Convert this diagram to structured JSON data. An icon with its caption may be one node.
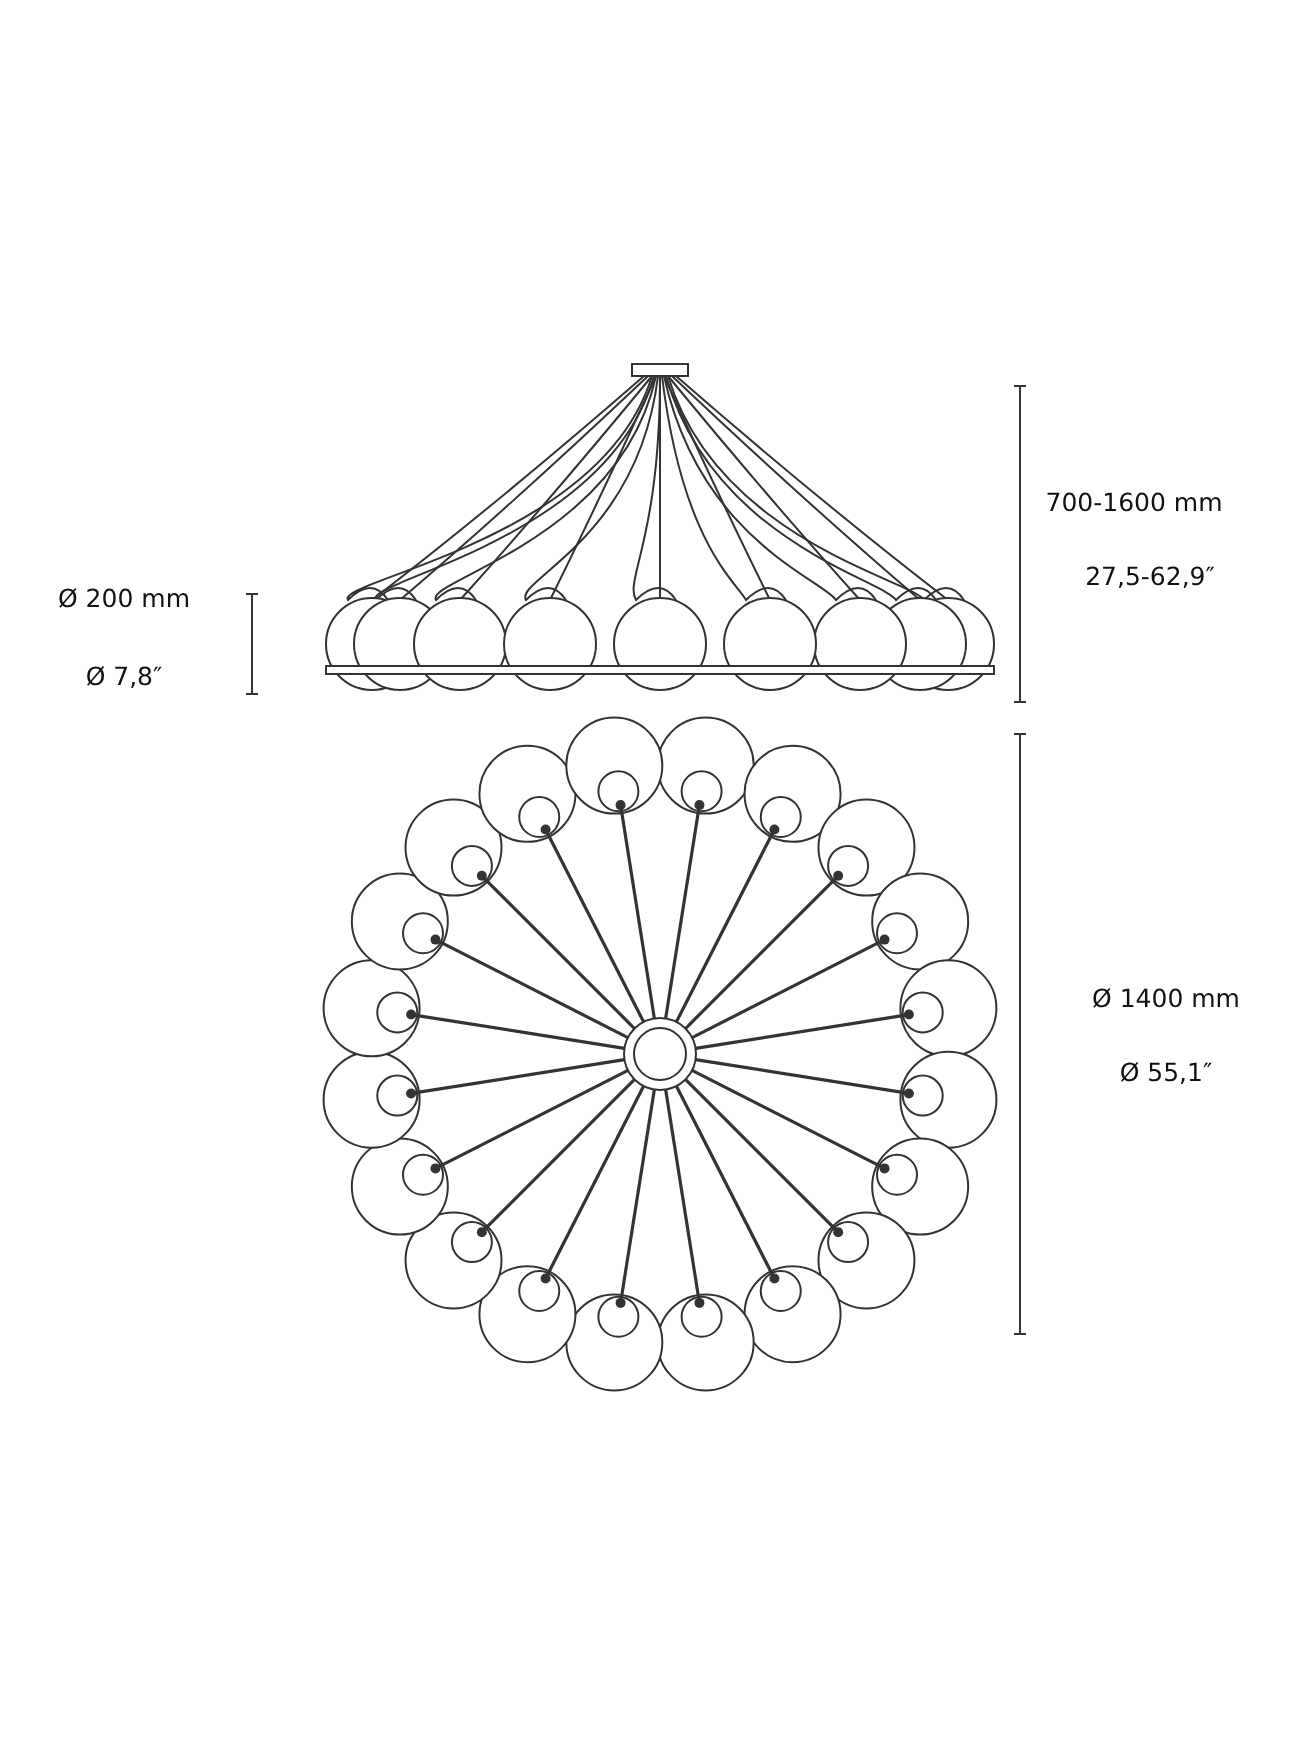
{
  "diagram": {
    "labels": [
      "700-1600 mm",
      "27,5-62,9″",
      "Ø 200 mm",
      "Ø 7,8″",
      "Ø 1400 mm",
      "Ø 55,1″"
    ]
  }
}
